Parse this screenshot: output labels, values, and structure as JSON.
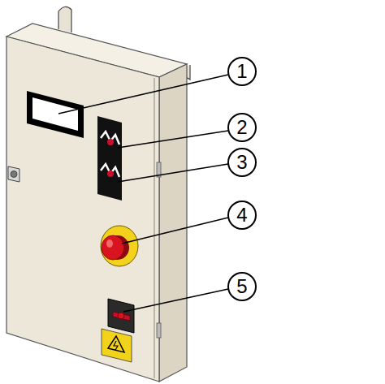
{
  "diagram": {
    "labels": [
      "1",
      "2",
      "3",
      "4",
      "5"
    ]
  }
}
